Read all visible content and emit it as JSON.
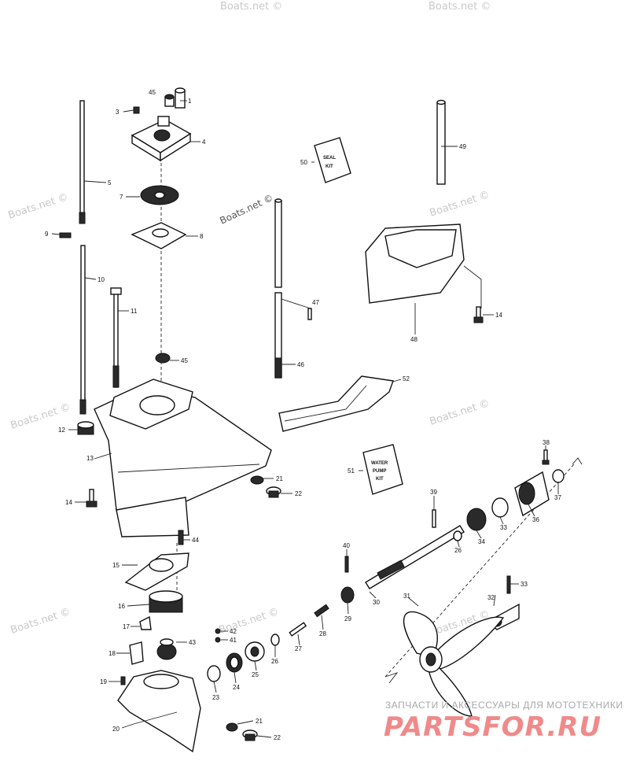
{
  "watermarks": [
    "Boats.net ©",
    "Boats.net ©",
    "Boats.net ©",
    "Boats.net ©",
    "Boats.net ©",
    "Boats.net ©",
    "Boats.net ©",
    "Boats.net ©",
    "Boats.net ©",
    "Boats.net ©"
  ],
  "callouts": {
    "c1": "1",
    "c3": "3",
    "c45a": "45",
    "c4": "4",
    "c5": "5",
    "c7": "7",
    "c8": "8",
    "c9": "9",
    "c10": "10",
    "c11": "11",
    "c45b": "45",
    "c12": "12",
    "c13": "13",
    "c14a": "14",
    "c15": "15",
    "c16": "16",
    "c17": "17",
    "c18": "18",
    "c19": "19",
    "c20": "20",
    "c21a": "21",
    "c22a": "22",
    "c21b": "21",
    "c22b": "22",
    "c23": "23",
    "c24": "24",
    "c25": "25",
    "c26a": "26",
    "c27": "27",
    "c28": "28",
    "c29": "29",
    "c30": "30",
    "c31": "31",
    "c32": "32",
    "c33a": "33",
    "c34": "34",
    "c33b": "33",
    "c26b": "26",
    "c36": "36",
    "c37": "37",
    "c38": "38",
    "c39": "39",
    "c40": "40",
    "c41": "41",
    "c42": "42",
    "c43": "43",
    "c44": "44",
    "c46": "46",
    "c47": "47",
    "c48": "48",
    "c49": "49",
    "c50": "50",
    "c51": "51",
    "c52": "52",
    "c14b": "14"
  },
  "seal_kit": {
    "line1": "SEAL",
    "line2": "KIT"
  },
  "water_pump_kit": {
    "line1": "WATER",
    "line2": "PUMP",
    "line3": "KIT"
  },
  "footer": {
    "tagline": "ЗАПЧАСТИ И АКСЕССУАРЫ ДЛЯ МОТОТЕХНИКИ",
    "brand": "PARTSFOR.RU"
  }
}
